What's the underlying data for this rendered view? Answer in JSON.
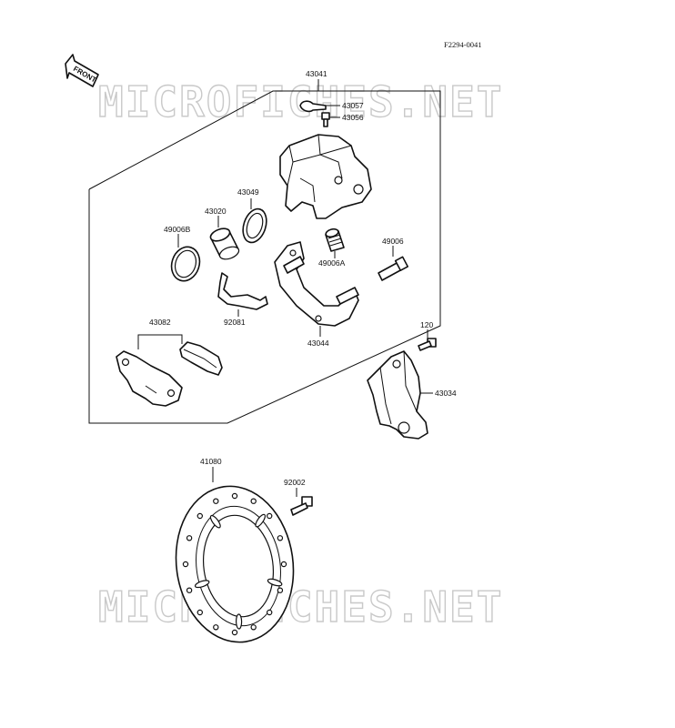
{
  "diagram_code": "F2294-0041",
  "front_arrow_label": "FRONT",
  "watermark": "MICROFICHES.NET",
  "parts": {
    "p43041": "43041",
    "p43057": "43057",
    "p43056": "43056",
    "p43049": "43049",
    "p43020": "43020",
    "p49006B": "49006B",
    "p49006": "49006",
    "p49006A": "49006A",
    "p92081": "92081",
    "p43082": "43082",
    "p43044": "43044",
    "p120": "120",
    "p43034": "43034",
    "p41080": "41080",
    "p92002": "92002"
  }
}
